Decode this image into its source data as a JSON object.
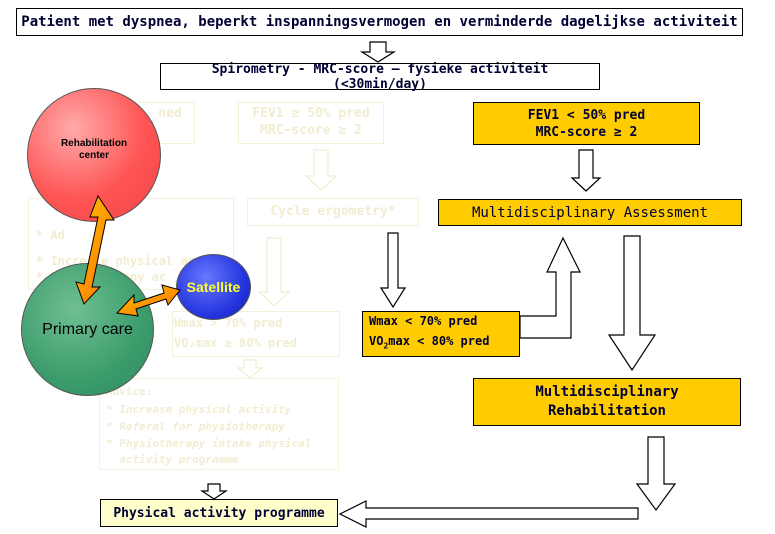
{
  "header": {
    "title": "Patient met dyspnea, beperkt inspanningsvermogen en verminderde dagelijkse activiteit",
    "screening": "Spirometry - MRC-score – fysieke activiteit (<30min/day)"
  },
  "right_branch": {
    "criteria_line1": "FEV1 < 50% pred",
    "criteria_line2": "MRC-score ≥ 2",
    "assessment": "Multidisciplinary Assessment",
    "wmax": "Wmax < 70% pred",
    "vo2_prefix": "VO",
    "vo2_sub": "2",
    "vo2_suffix": "max < 80% pred",
    "rehab_line1": "Multidisciplinary",
    "rehab_line2": "Rehabilitation"
  },
  "faded_branch": {
    "criteria_line1": "FEV1 ≥ 50% pred",
    "criteria_line2": "MRC-score ≥ 2",
    "cycle": "Cycle ergometry*",
    "left_line1": "ned",
    "wmax": "Wmax > 70% pred",
    "vo2": "VO₂max ≥ 80% pred",
    "advice_title": "Advice:",
    "advice_1": "* Increase physical activity",
    "advice_2": "* Referal for physiotherapy",
    "advice_3": "* Physiotherapy intake physical",
    "advice_4": "  activity programme",
    "left_a": "* Ad",
    "left_b": "* Increase physical ac",
    "left_c": "* Physiotherapy ac"
  },
  "outcome": {
    "programme": "Physical activity programme"
  },
  "network": {
    "rehab_center_line1": "Rehabilitation",
    "rehab_center_line2": "center",
    "satellite": "Satellite",
    "primary_care": "Primary care"
  },
  "colors": {
    "yellow": "#ffcc00",
    "rehab_circle": "#ff5555",
    "primary_circle": "#3c9c6c",
    "satellite_circle": "#2233dd",
    "satellite_text": "#ffff33",
    "arrow_gradient_start": "#ffcc00",
    "arrow_gradient_end": "#ff6600"
  }
}
